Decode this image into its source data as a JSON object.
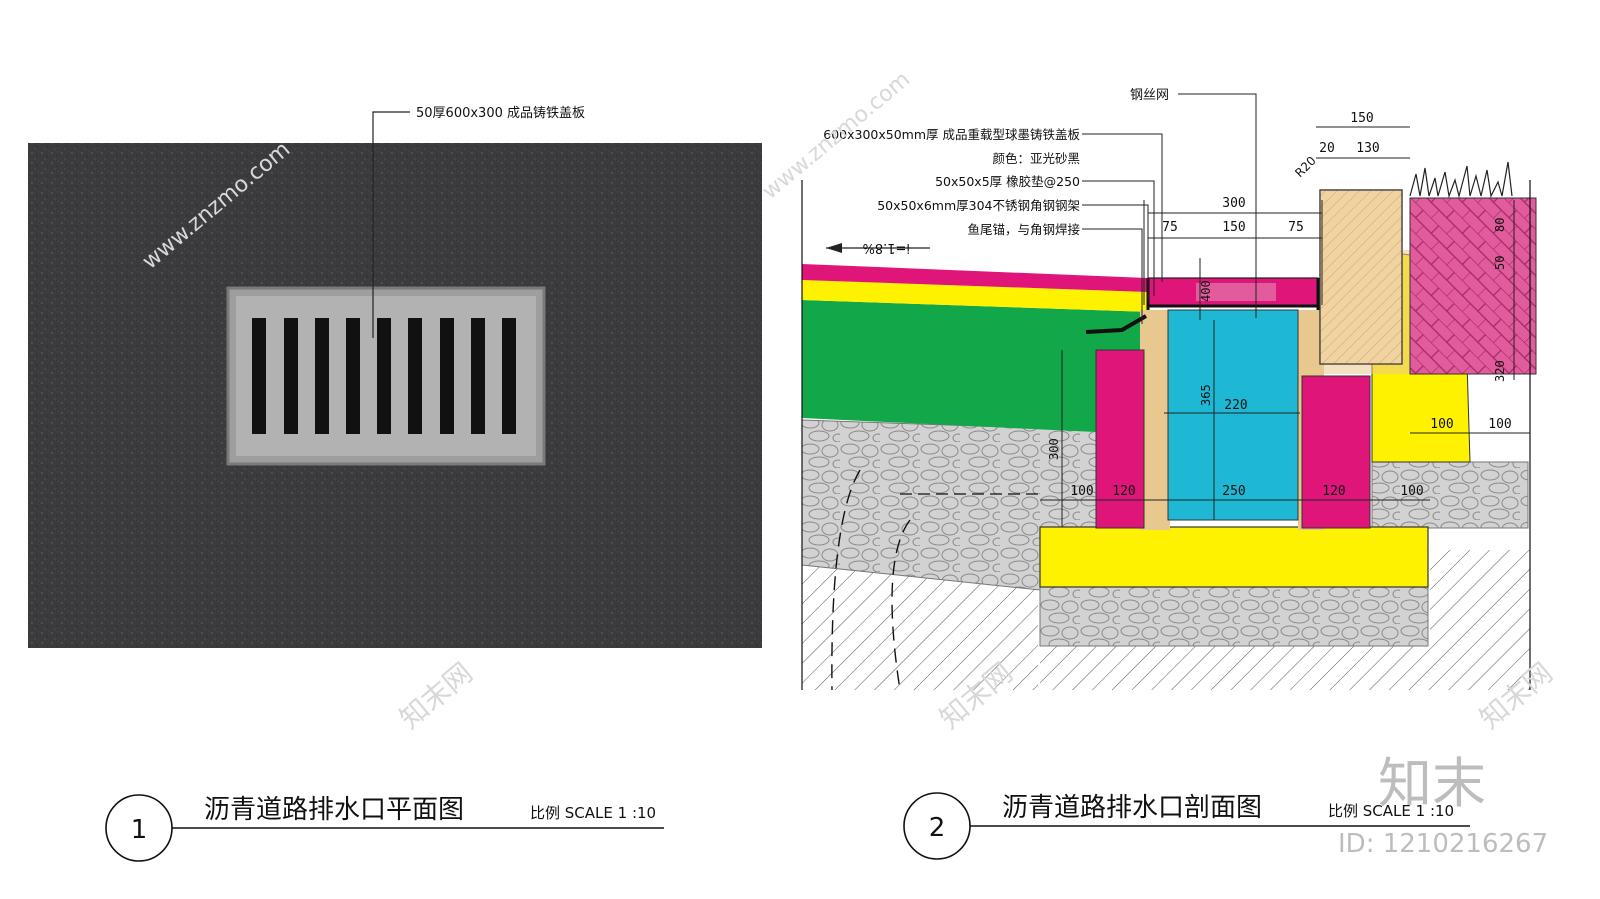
{
  "plan": {
    "callout": "50厚600x300 成品铸铁盖板",
    "title_no": "1",
    "title": "沥青道路排水口平面图",
    "scale": "比例 SCALE 1 :10"
  },
  "section": {
    "title_no": "2",
    "title": "沥青道路排水口剖面图",
    "scale": "比例 SCALE 1 :10",
    "labels": {
      "mesh": "钢丝网",
      "cover": "600x300x50mm厚 成品重载型球墨铸铁盖板",
      "color": "颜色：亚光砂黑",
      "rubber": "50x50x5厚 橡胶垫@250",
      "frame": "50x50x6mm厚304不锈钢角钢钢架",
      "anchor": "鱼尾锚，与角钢焊接",
      "slope": "i=1.8%",
      "radius": "R20"
    },
    "dims": {
      "d150_top": "150",
      "d20": "20",
      "d130": "130",
      "d300": "300",
      "d75_left": "75",
      "d150_mid": "150",
      "d75_right": "75",
      "d80": "80",
      "d50": "50",
      "d320": "320",
      "d400": "400",
      "d365": "365",
      "d220": "220",
      "d300_left": "300",
      "d100_right_a": "100",
      "d100_right_b": "100",
      "d100_left": "100",
      "d120_left": "120",
      "d250": "250",
      "d120_right": "120",
      "d100_bottom_right": "100"
    }
  },
  "watermark": {
    "brand": "知末",
    "id": "ID: 1210216267",
    "url": "www.znzmo.com",
    "logo": "知末网"
  },
  "colors": {
    "asphalt": "#3a3a3c",
    "grate": "#a9a9a9",
    "magenta": "#e0157a",
    "yellow": "#fff200",
    "green": "#12a84a",
    "cyan": "#1fb8d4",
    "tan": "#e9c88f",
    "gravel": "#cfcfcf",
    "pink": "#e25b9c"
  }
}
